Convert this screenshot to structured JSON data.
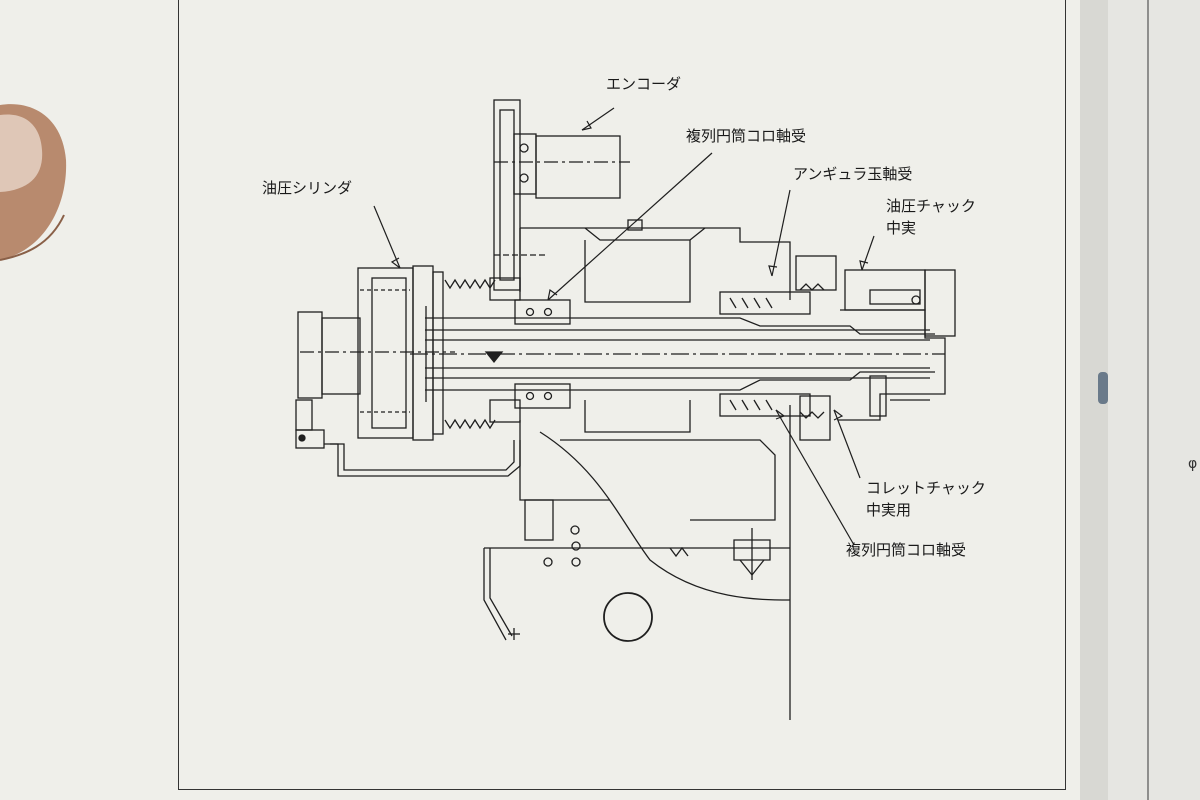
{
  "labels": {
    "encoder": "エンコーダ",
    "double_row_cylindrical_roller_bearing_top": "複列円筒コロ軸受",
    "angular_ball_bearing": "アンギュラ玉軸受",
    "hydraulic_cylinder": "油圧シリンダ",
    "hydraulic_chuck_line1": "油圧チャック",
    "hydraulic_chuck_line2": "中実",
    "collet_chuck_line1": "コレットチャック",
    "collet_chuck_line2": "中実用",
    "double_row_cylindrical_roller_bearing_bottom": "複列円筒コロ軸受"
  },
  "right_page_fragment": "φ",
  "colors": {
    "paper": "#efefea",
    "ink": "#1a1a1a",
    "right_page": "#e6e6e2",
    "skin": "#b88a6e"
  }
}
